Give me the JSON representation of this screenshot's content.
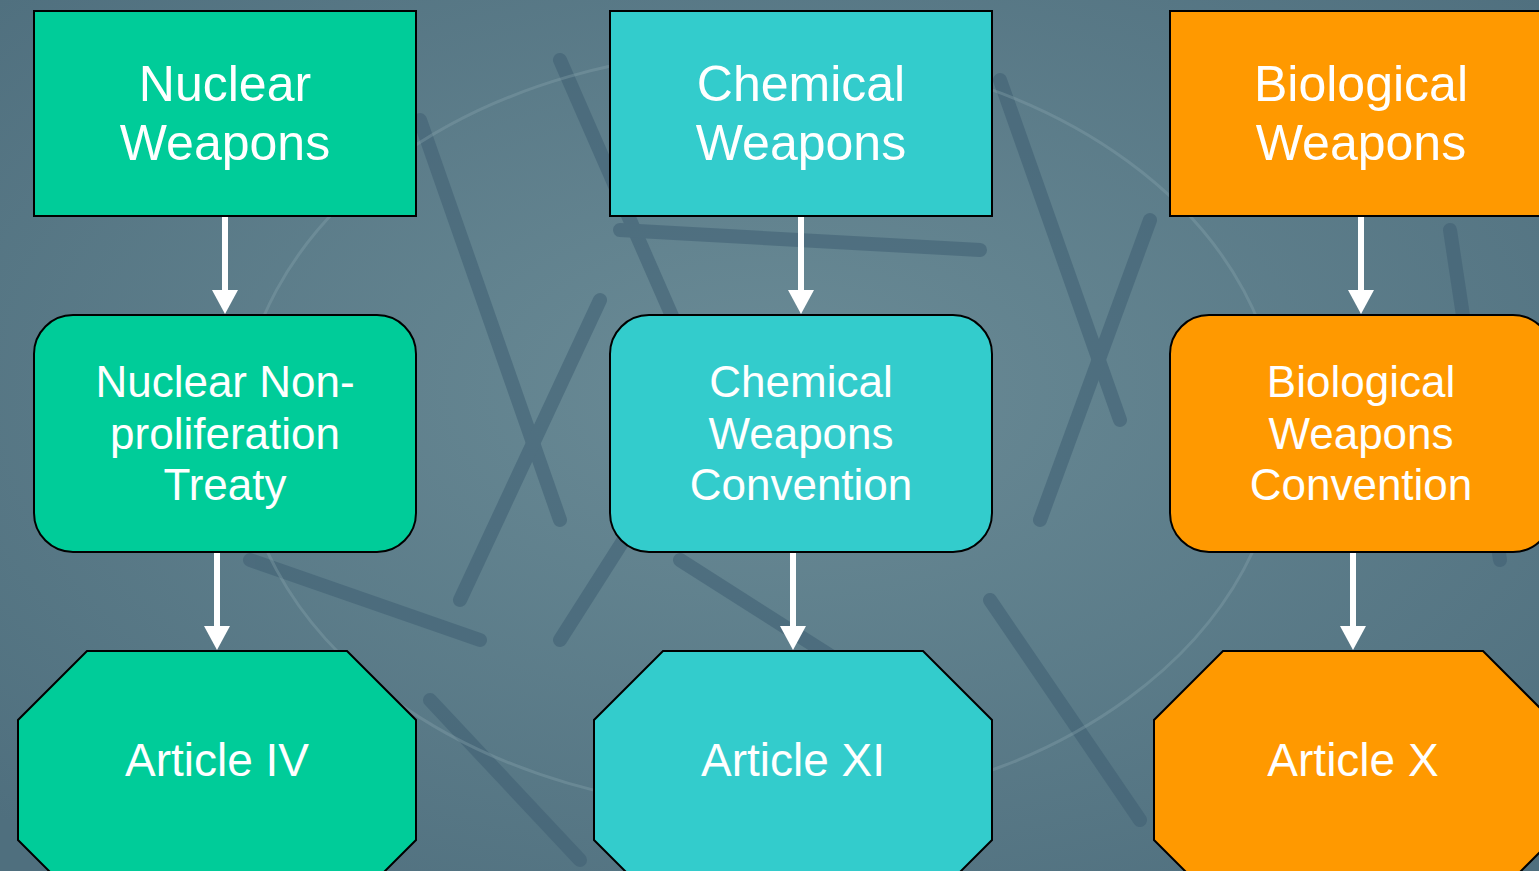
{
  "diagram": {
    "nodes": [
      {
        "text": [
          "Nuclear Weapons"
        ]
      },
      {
        "text": [
          "Chemical Weapons"
        ]
      },
      {
        "text": [
          "Biological Weapons"
        ]
      },
      {
        "text": [
          "Nuclear Non-proliferation Treaty"
        ]
      },
      {
        "text": [
          "Chemical Weapons Convention"
        ]
      },
      {
        "text": [
          "Biological Weapons Convention"
        ]
      },
      {
        "text": [
          "Article IV"
        ]
      },
      {
        "text": [
          "Article XI"
        ]
      },
      {
        "text": [
          "Article X"
        ]
      }
    ],
    "edges": [
      {
        "from": 0,
        "to": 3,
        "arrow": "to"
      },
      {
        "from": 3,
        "to": 6,
        "arrow": "to"
      },
      {
        "from": 1,
        "to": 4,
        "arrow": "to"
      },
      {
        "from": 4,
        "to": 7,
        "arrow": "to"
      },
      {
        "from": 2,
        "to": 5,
        "arrow": "to"
      },
      {
        "from": 5,
        "to": 8,
        "arrow": "to"
      }
    ]
  }
}
